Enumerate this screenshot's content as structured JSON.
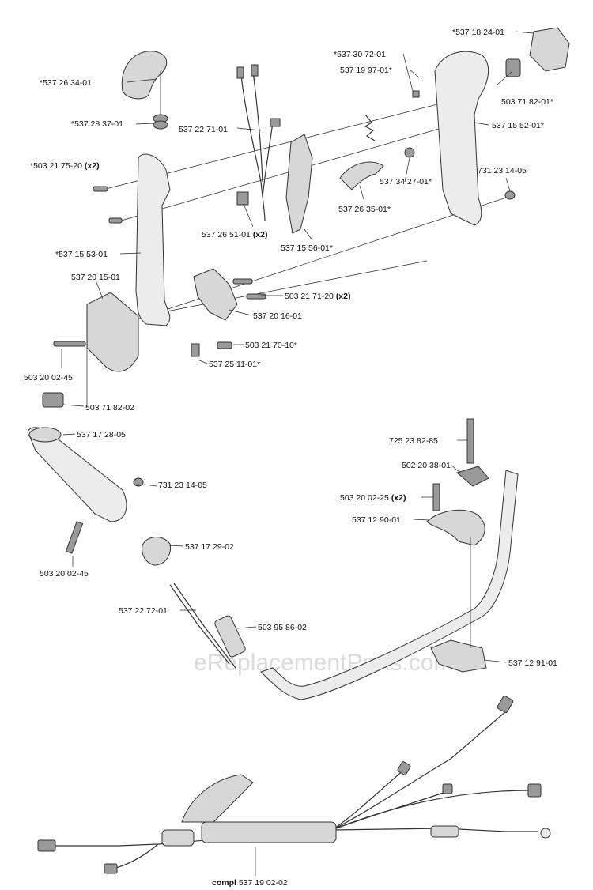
{
  "watermark": "eReplacementParts.com",
  "callouts": [
    {
      "id": "c01",
      "part": "*537 18 24-01",
      "qty": ""
    },
    {
      "id": "c02",
      "part": "*537 30 72-01",
      "qty": ""
    },
    {
      "id": "c03",
      "part": "537 19 97-01*",
      "qty": ""
    },
    {
      "id": "c04",
      "part": "*537 26 34-01",
      "qty": ""
    },
    {
      "id": "c05",
      "part": "503 71 82-01*",
      "qty": ""
    },
    {
      "id": "c06",
      "part": "*537 28 37-01",
      "qty": ""
    },
    {
      "id": "c07",
      "part": "537 22 71-01",
      "qty": ""
    },
    {
      "id": "c08",
      "part": "537 15 52-01*",
      "qty": ""
    },
    {
      "id": "c09",
      "part": "*503 21 75-20",
      "qty": "(x2)"
    },
    {
      "id": "c10",
      "part": "731 23 14-05",
      "qty": ""
    },
    {
      "id": "c11",
      "part": "537 34 27-01*",
      "qty": ""
    },
    {
      "id": "c12",
      "part": "537 26 35-01*",
      "qty": ""
    },
    {
      "id": "c13",
      "part": "537 26 51-01",
      "qty": "(x2)"
    },
    {
      "id": "c14",
      "part": "537 15 56-01*",
      "qty": ""
    },
    {
      "id": "c15",
      "part": "*537 15 53-01",
      "qty": ""
    },
    {
      "id": "c16",
      "part": "537 20 15-01",
      "qty": ""
    },
    {
      "id": "c17",
      "part": "503 21 71-20",
      "qty": "(x2)"
    },
    {
      "id": "c18",
      "part": "537 20 16-01",
      "qty": ""
    },
    {
      "id": "c19",
      "part": "503 21 70-10*",
      "qty": ""
    },
    {
      "id": "c20",
      "part": "503 20 02-45",
      "qty": ""
    },
    {
      "id": "c21",
      "part": "537 25 11-01*",
      "qty": ""
    },
    {
      "id": "c22",
      "part": "503 71 82-02",
      "qty": ""
    },
    {
      "id": "c23",
      "part": "537 17 28-05",
      "qty": ""
    },
    {
      "id": "c24",
      "part": "725 23 82-85",
      "qty": ""
    },
    {
      "id": "c25",
      "part": "502 20 38-01",
      "qty": ""
    },
    {
      "id": "c26",
      "part": "731 23 14-05",
      "qty": ""
    },
    {
      "id": "c27",
      "part": "503 20 02-25",
      "qty": "(x2)"
    },
    {
      "id": "c28",
      "part": "537 12 90-01",
      "qty": ""
    },
    {
      "id": "c29",
      "part": "537 17 29-02",
      "qty": ""
    },
    {
      "id": "c30",
      "part": "503 20 02-45",
      "qty": ""
    },
    {
      "id": "c31",
      "part": "537 22 72-01",
      "qty": ""
    },
    {
      "id": "c32",
      "part": "503 95 86-02",
      "qty": ""
    },
    {
      "id": "c33",
      "part": "537 12 91-01",
      "qty": ""
    }
  ],
  "assembly_label": {
    "prefix": "compl",
    "part": "537 19 02-02"
  }
}
